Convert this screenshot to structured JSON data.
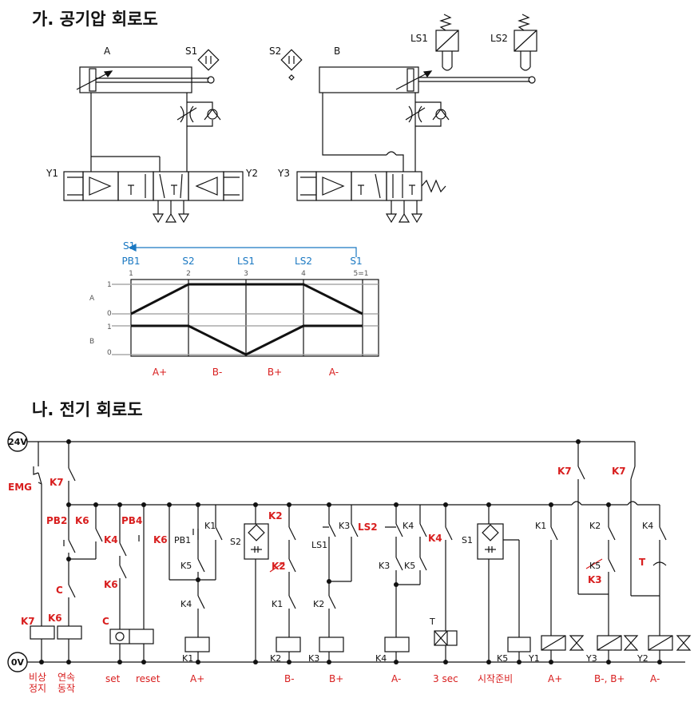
{
  "headings": {
    "pneumatic": "가. 공기압 회로도",
    "electric": "나. 전기 회로도"
  },
  "pneumatic": {
    "cylinder_a": "A",
    "cylinder_b": "B",
    "s1": "S1",
    "s2": "S2",
    "ls1": "LS1",
    "ls2": "LS2",
    "y1": "Y1",
    "y2": "Y2",
    "y3": "Y3"
  },
  "displacement": {
    "return_label": "S1",
    "step_signals": [
      "PB1",
      "S2",
      "LS1",
      "LS2",
      "S1"
    ],
    "step_numbers": [
      "1",
      "2",
      "3",
      "4",
      "5=1"
    ],
    "rows": [
      {
        "name": "A",
        "levels": [
          "1",
          "0"
        ],
        "positions": [
          0,
          1,
          1,
          1,
          0
        ]
      },
      {
        "name": "B",
        "levels": [
          "1",
          "0"
        ],
        "positions": [
          1,
          1,
          0,
          1,
          1
        ]
      }
    ],
    "phases": [
      "A+",
      "B-",
      "B+",
      "A-"
    ]
  },
  "electrical": {
    "rail_top": "24V",
    "rail_bottom": "0V",
    "contacts": {
      "emg": "EMG",
      "k7a": "K7",
      "pb2": "PB2",
      "k6a": "K6",
      "c": "C",
      "k4a": "K4",
      "k6b": "K6",
      "pb4": "PB4",
      "k6c": "K6",
      "pb1": "PB1",
      "k1a": "K1",
      "k5a": "K5",
      "k4b": "K4",
      "s2": "S2",
      "k2a": "K2",
      "k3a": "K3",
      "k1b": "K1",
      "ls1": "LS1",
      "k3b": "K3",
      "k2b": "K2",
      "ls2": "LS2",
      "k4c": "K4",
      "k3c": "K3",
      "k5b": "K5",
      "k4d": "K4",
      "t": "T",
      "s1": "S1",
      "k1c": "K1",
      "k7b": "K7",
      "k2c": "K2",
      "k5c": "K5",
      "k3d": "K3",
      "k7c": "K7",
      "k4e": "K4",
      "td": "T"
    },
    "coils": {
      "k7": "K7",
      "k6": "K6",
      "c": "C",
      "k1": "K1",
      "k2": "K2",
      "k3": "K3",
      "k4": "K4",
      "t": "T",
      "k5": "K5",
      "y1": "Y1",
      "y3": "Y3",
      "y2": "Y2"
    },
    "bottom_labels": [
      "비상",
      "정지",
      "연속",
      "동작",
      "set",
      "reset",
      "A+",
      "B-",
      "B+",
      "A-",
      "3 sec",
      "시작준비",
      "A+",
      "B-, B+",
      "A-"
    ]
  }
}
